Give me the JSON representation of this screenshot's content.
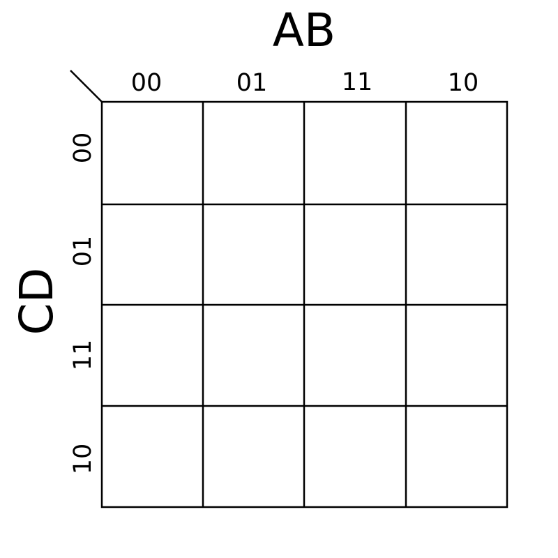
{
  "kmap": {
    "col_var": "AB",
    "row_var": "CD",
    "col_labels": [
      "00",
      "01",
      "11",
      "10"
    ],
    "row_labels": [
      "00",
      "01",
      "11",
      "10"
    ],
    "cells": [
      [
        "",
        "",
        "",
        ""
      ],
      [
        "",
        "",
        "",
        ""
      ],
      [
        "",
        "",
        "",
        ""
      ],
      [
        "",
        "",
        "",
        ""
      ]
    ]
  }
}
